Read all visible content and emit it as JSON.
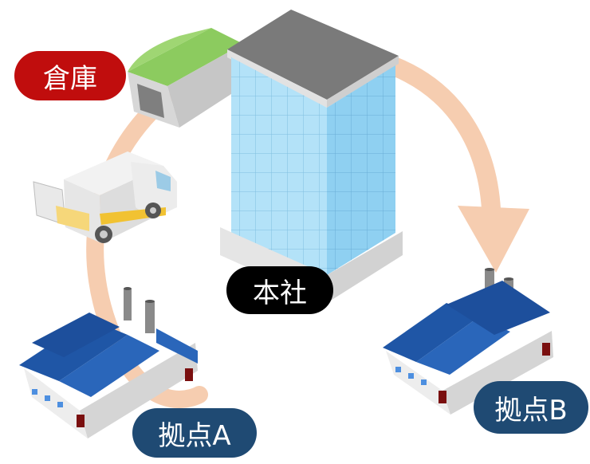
{
  "labels": {
    "warehouse": "倉庫",
    "headquarters": "本社",
    "base_a": "拠点A",
    "base_b": "拠点B"
  },
  "colors": {
    "warehouse_label_bg": "#c00d0d",
    "headquarters_label_bg": "#000000",
    "base_label_bg": "#1f4a73",
    "flow_arrow": "#f6cdb0",
    "factory_roof": "#1f56a6",
    "building_glass": "#a9ddf6",
    "warehouse_roof": "#8ccb5f"
  }
}
